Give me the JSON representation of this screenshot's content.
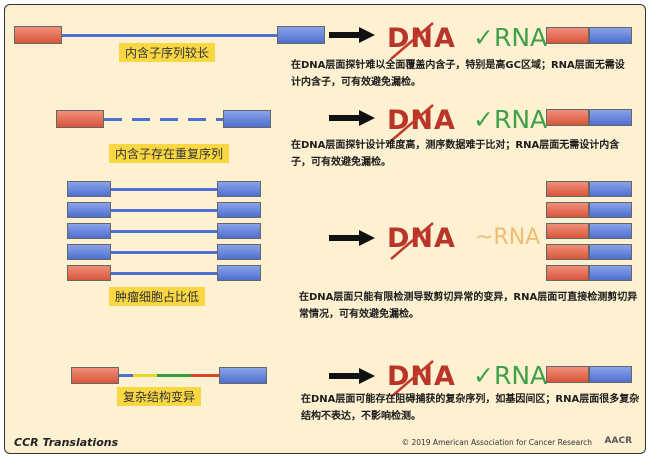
{
  "rows": [
    {
      "label": "内含子序列较长",
      "dna": "DNA",
      "rna": "✓RNA",
      "description": "在DNA层面探针难以全面覆盖内含子，特别是高GC区域；RNA层面无需设计内含子，可有效避免漏检。"
    },
    {
      "label": "内含子存在重复序列",
      "dna": "DNA",
      "rna": "✓RNA",
      "description": "在DNA层面探针设计难度高，测序数据难于比对；RNA层面无需设计内含子，可有效避免漏检。"
    },
    {
      "label": "肿瘤细胞占比低",
      "dna": "DNA",
      "rna": "~RNA",
      "description": "在DNA层面只能有限检测导致剪切异常的变异，RNA层面可直接检测剪切异常情况，可有效避免漏检。"
    },
    {
      "label": "复杂结构变异",
      "dna": "DNA",
      "rna": "✓RNA",
      "description": "在DNA层面可能存在阻碍捕获的复杂序列，如基因间区；RNA层面很多复杂结构不表达，不影响检测。"
    }
  ],
  "footer": {
    "logo": "CCR Translations",
    "copyright": "© 2019 American Association for Cancer Research",
    "mark": "AACR"
  },
  "colors": {
    "background": "#fdf1d1",
    "exon_blue": "#5b7bd8",
    "exon_red": "#e2654c",
    "intron": "#4f6fd2",
    "label_bg": "#f8d743",
    "dna_red": "#b9352a",
    "rna_green": "#3fa048",
    "rna_weak": "#efbe72"
  }
}
